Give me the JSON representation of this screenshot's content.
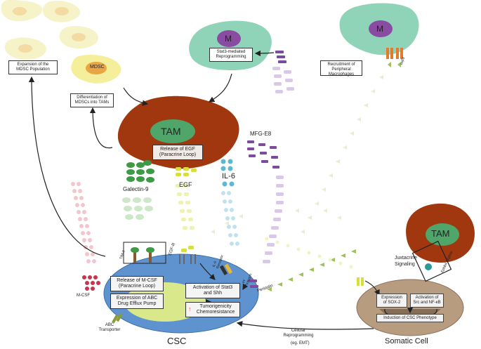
{
  "cells": {
    "mdsc_label": "MDSC",
    "m_label": "M",
    "tam_label": "TAM",
    "csc_label": "CSC",
    "somatic_label": "Somatic Cell"
  },
  "boxes": {
    "expansion_mdsc": "Expansion of the MDSC Population",
    "differentiation_mdsc": "Differentiation of MDSCs into TAMs",
    "stat3_reprogramming": "Stat3-mediated Reprogramming",
    "recruitment_macrophages": "Recruitment of Peripheral Macrophages",
    "release_egf": "Release of EGF (Paracrine Loop)",
    "release_mcsf": "Release of M-CSF (Paracrine Loop)",
    "expression_abc": "Expression of ABC Drug Efflux Pump",
    "activation_stat3": "Activation of Stat3 and Shh",
    "tumorigenicity": "Tumorigenicity Chemoresistance",
    "expression_sox2": "Expression of SOX-2",
    "activation_src": "Activation of Src and NF-κB",
    "induction_csc": "Induction of CSC Phenotype"
  },
  "labels": {
    "mfg_e8": "MFG-E8",
    "galectin9": "Galectin-9",
    "egf": "EGF",
    "il6": "IL-6",
    "m_csf": "M-CSF",
    "tim3": "TIM-3",
    "egf_r": "EGF-R",
    "il6_receptor": "IL-6 Receptor",
    "integrin": "αv Integrin",
    "periostin": "Periostin",
    "abc_transporter": "ABC Transporter",
    "juxtacrine": "Juxtacrine Signaling",
    "ephb4": "EphB4 / Ephrin",
    "avb3": "αvβ3",
    "cellular_reprogramming": "Cellular Reprogramming",
    "eg_emt": "(eg. EMT)",
    "up_arrow": "↑"
  },
  "colors": {
    "tam": "#a0370e",
    "tam_nucleus": "#4fa56a",
    "macrophage": "#8fd4b9",
    "macrophage_nucleus": "#8a4ba3",
    "mdsc": "#f5ee9a",
    "mdsc_nucleus": "#eaa645",
    "csc": "#5f93cf",
    "csc_inner": "#d9e88a",
    "somatic": "#b89c7f",
    "galectin": "#3f9a47",
    "egf": "#d8de3a",
    "il6": "#5fb8d2",
    "mfg_e8": "#7e4a9e",
    "mcsf": "#c8364d",
    "periostin": "#9fc05a"
  }
}
